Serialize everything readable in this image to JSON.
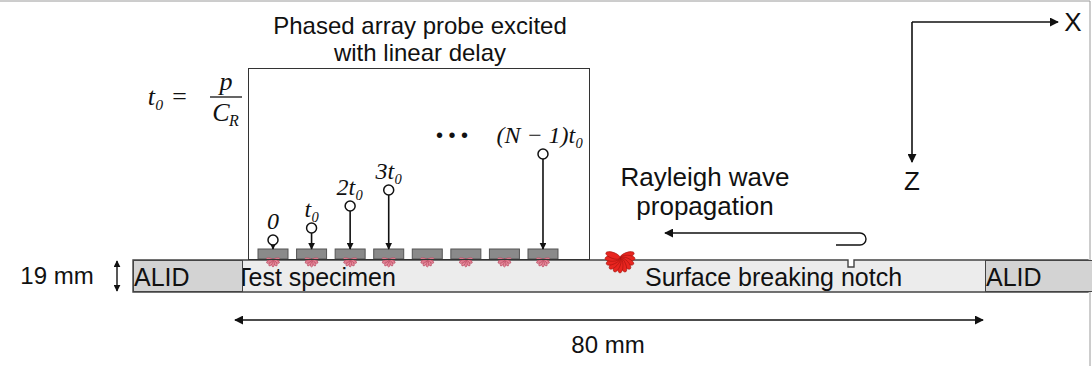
{
  "diagram": {
    "nodes": [
      {
        "text": [
          "Phased array probe excited with linear delay"
        ]
      },
      {
        "text": [
          "Test specimen",
          "Surface breaking notch"
        ]
      },
      {
        "text": [
          "ALID"
        ],
        "in": 1
      },
      {
        "text": [
          "ALID"
        ],
        "in": 1
      }
    ],
    "labels": [
      "t₀ =",
      "p",
      "C",
      "R",
      "0",
      "t₀",
      "2t₀",
      "3t₀",
      "• • •",
      "(N − 1)t₀",
      "Rayleigh wave propagation",
      "X",
      "Z",
      "19 mm",
      "80 mm"
    ]
  }
}
